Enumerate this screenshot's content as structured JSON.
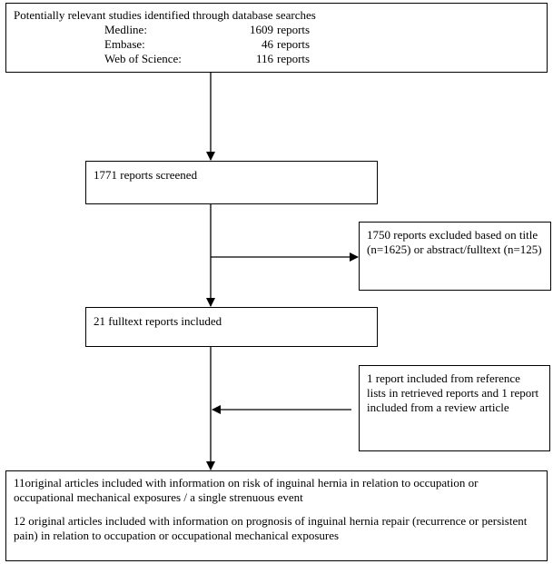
{
  "search": {
    "title": "Potentially relevant studies identified through database searches",
    "databases": [
      {
        "name": "Medline:",
        "count": "1609",
        "unit": "reports"
      },
      {
        "name": "Embase:",
        "count": "46",
        "unit": "reports"
      },
      {
        "name": "Web of Science:",
        "count": "116",
        "unit": "reports"
      }
    ]
  },
  "screened": {
    "text": "1771 reports screened"
  },
  "excluded": {
    "text": "1750 reports excluded based on title (n=1625) or abstract/fulltext (n=125)"
  },
  "fulltext": {
    "text": "21 fulltext reports included"
  },
  "additional": {
    "text": "1 report included from reference lists in retrieved reports and 1 report included from a review article"
  },
  "outcome": {
    "risk": "11original articles included with information on risk of inguinal hernia in relation to occupation or occupational mechanical exposures / a single strenuous event",
    "prognosis": "12 original articles included with information on prognosis of inguinal hernia repair (recurrence or persistent pain) in relation to occupation or occupational mechanical exposures"
  }
}
